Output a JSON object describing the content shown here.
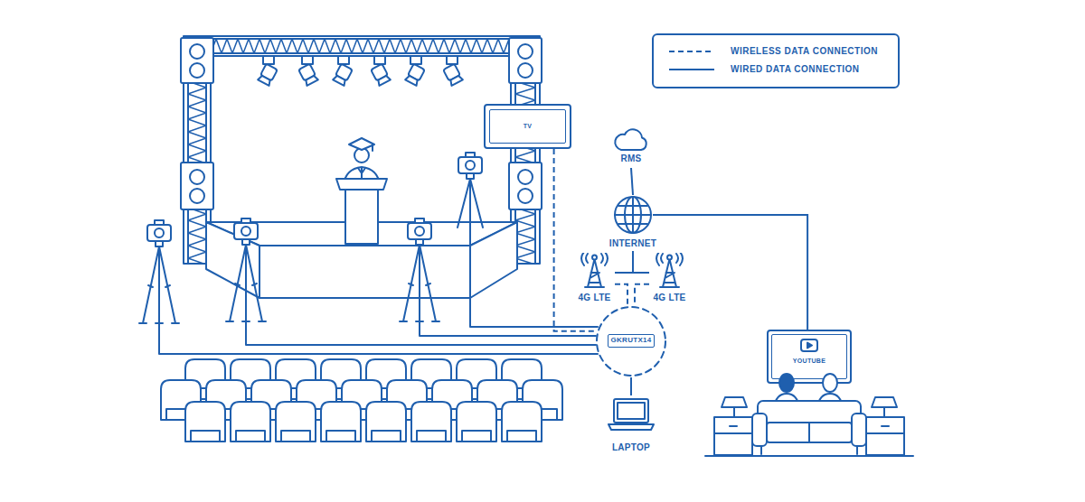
{
  "diagram": {
    "nodes": [
      {
        "text": [
          "TV"
        ]
      },
      {
        "text": [
          "RMS"
        ]
      },
      {
        "text": [
          "INTERNET"
        ]
      },
      {
        "text": [
          "4G LTE"
        ]
      },
      {
        "text": [
          "4G LTE"
        ]
      },
      {
        "text": [
          "GKRUTX14"
        ]
      },
      {
        "text": [
          "LAPTOP"
        ]
      },
      {
        "text": [
          "YOUTUBE"
        ]
      }
    ],
    "edges": [
      {
        "from": 0,
        "to": 5,
        "arrow": "none"
      },
      {
        "from": 1,
        "to": 2,
        "arrow": "none"
      },
      {
        "from": 2,
        "to": 3,
        "arrow": "none"
      },
      {
        "from": 2,
        "to": 4,
        "arrow": "none"
      },
      {
        "from": 3,
        "to": 5,
        "arrow": "none"
      },
      {
        "from": 4,
        "to": 5,
        "arrow": "none"
      },
      {
        "from": 5,
        "to": 6,
        "arrow": "none"
      },
      {
        "from": 2,
        "to": 7,
        "arrow": "none"
      }
    ],
    "legend": [
      {
        "text": "WIRELESS DATA CONNECTION"
      },
      {
        "text": "WIRED DATA CONNECTION"
      }
    ]
  }
}
